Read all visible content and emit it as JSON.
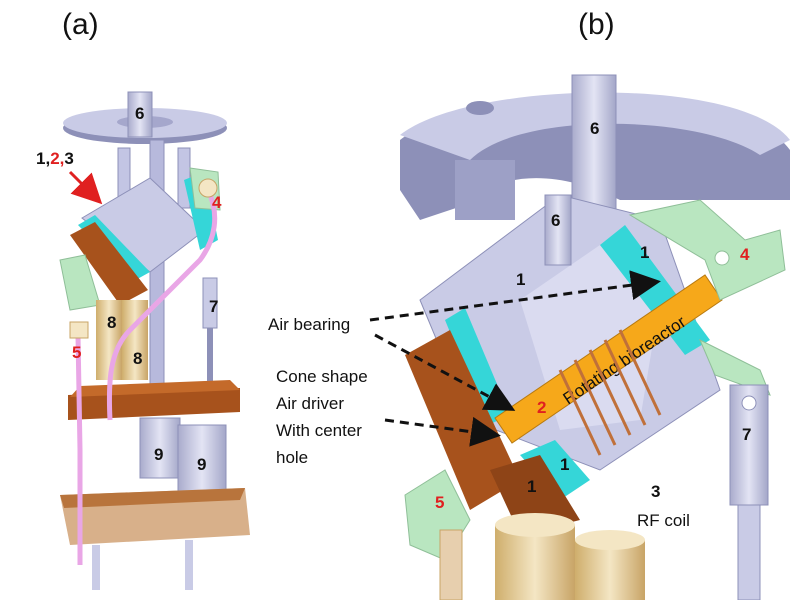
{
  "panels": {
    "a": "(a)",
    "b": "(b)"
  },
  "panel_a": {
    "label_6": "6",
    "label_123_1": "1,",
    "label_123_2": "2,",
    "label_123_3": "3",
    "label_4": "4",
    "label_7": "7",
    "label_8_top": "8",
    "label_8_bottom": "8",
    "label_5": "5",
    "label_9_left": "9",
    "label_9_right": "9"
  },
  "panel_b": {
    "label_6_top": "6",
    "label_6_inner": "6",
    "label_1_upper_left": "1",
    "label_1_upper_right": "1",
    "label_4": "4",
    "label_2": "2",
    "bioreactor": "Rotating bioreactor",
    "label_1_lower_right": "1",
    "label_1_lower_left": "1",
    "label_3": "3",
    "rf_coil": "RF coil",
    "label_7": "7",
    "label_5": "5",
    "air_bearing": "Air bearing",
    "cone_line1": "Cone shape",
    "cone_line2": "Air driver",
    "cone_line3": "With center",
    "cone_line4": "hole"
  },
  "colors": {
    "steel": "#c9cbe6",
    "steel_dark": "#8d90b8",
    "cyan": "#35d6d8",
    "copper": "#a7521c",
    "green": "#b9e6c0",
    "pink": "#e9a6e6",
    "orange": "#f6a81a",
    "tan": "#e6d4a6",
    "red": "#e02020"
  }
}
